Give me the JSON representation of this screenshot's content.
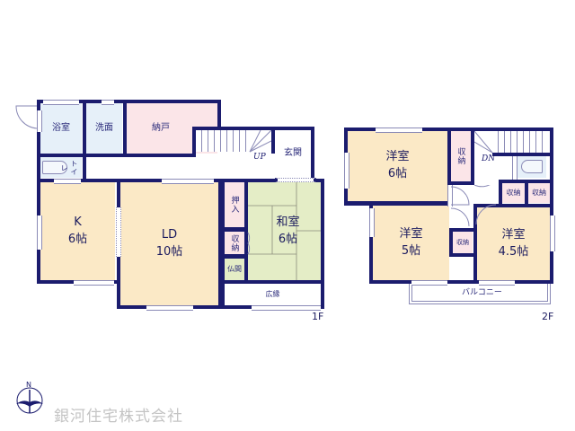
{
  "floors": {
    "first": {
      "label": "1F",
      "rooms": {
        "bath": "浴室",
        "washroom": "洗面",
        "storage_closet": "納戸",
        "toilet": "トイレ",
        "entrance": "玄関",
        "stairs_up": "UP",
        "kitchen": {
          "name": "K",
          "size": "6帖"
        },
        "living_dining": {
          "name": "LD",
          "size": "10帖"
        },
        "oshiire": "押入",
        "storage": "収納",
        "butsuma": "仏間",
        "washitsu": {
          "name": "和室",
          "size": "6帖"
        },
        "veranda": "広縁"
      }
    },
    "second": {
      "label": "2F",
      "rooms": {
        "western_room_1": {
          "name": "洋室",
          "size": "6帖"
        },
        "storage_1": "収納",
        "stairs_down": "DN",
        "storage_2": "収納",
        "storage_3": "収納",
        "storage_4": "収納",
        "western_room_2": {
          "name": "洋室",
          "size": "5帖"
        },
        "western_room_3": {
          "name": "洋室",
          "size": "4.5帖"
        },
        "balcony": "バルコニー"
      }
    }
  },
  "compass": {
    "north_label": "N"
  },
  "company": {
    "name": "銀河住宅株式会社"
  },
  "colors": {
    "wall": "#1b1c6e",
    "wet_area": "#e6f0f9",
    "storage": "#fbe5e8",
    "living": "#fbe9c6",
    "tatami": "#e4edc6"
  }
}
